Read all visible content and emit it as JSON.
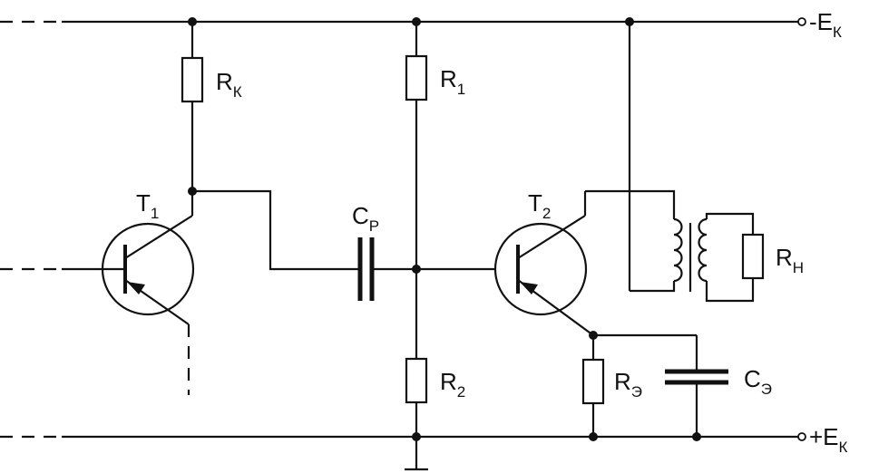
{
  "labels": {
    "rk": {
      "main": "R",
      "sub": "К"
    },
    "r1": {
      "main": "R",
      "sub": "1"
    },
    "r2": {
      "main": "R",
      "sub": "2"
    },
    "re": {
      "main": "R",
      "sub": "Э"
    },
    "rh": {
      "main": "R",
      "sub": "Н"
    },
    "cp": {
      "main": "C",
      "sub": "Р"
    },
    "ce": {
      "main": "C",
      "sub": "Э"
    },
    "t1": {
      "main": "T",
      "sub": "1"
    },
    "t2": {
      "main": "T",
      "sub": "2"
    },
    "minus_supply": {
      "main": "-E",
      "sub": "К"
    },
    "plus_supply": {
      "main": "+E",
      "sub": "К"
    }
  }
}
